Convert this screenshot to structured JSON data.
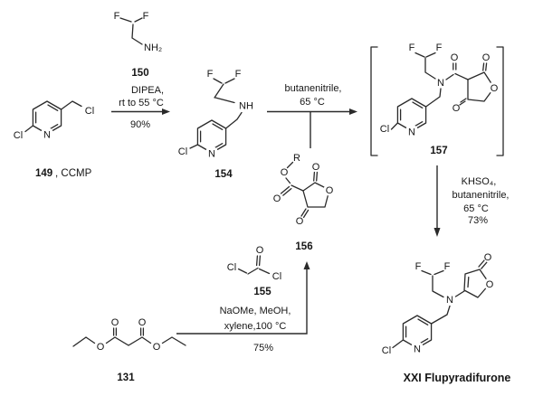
{
  "atoms": {
    "F": "F",
    "Cl": "Cl",
    "N": "N",
    "O": "O",
    "NH": "NH",
    "NH2": "NH₂",
    "R": "R"
  },
  "compounds": {
    "c149": {
      "number": "149",
      "name_suffix": ", CCMP"
    },
    "c150": {
      "number": "150"
    },
    "c154": {
      "number": "154"
    },
    "c155": {
      "number": "155"
    },
    "c156": {
      "number": "156"
    },
    "c157": {
      "number": "157"
    },
    "c131": {
      "number": "131"
    },
    "product": {
      "name": "XXI Flupyradifurone"
    }
  },
  "conditions": {
    "step1": {
      "line1": "DIPEA,",
      "line2": "rt to 55 °C",
      "yield": "90%"
    },
    "step2": {
      "line1": "butanenitrile,",
      "line2": "65 °C"
    },
    "step3": {
      "line1": "KHSO₄,",
      "line2": "butanenitrile,",
      "line3": "65 °C",
      "yield": "73%"
    },
    "step4": {
      "line1": "NaOMe,  MeOH,",
      "line2": "xylene,100 °C",
      "yield": "75%"
    }
  }
}
